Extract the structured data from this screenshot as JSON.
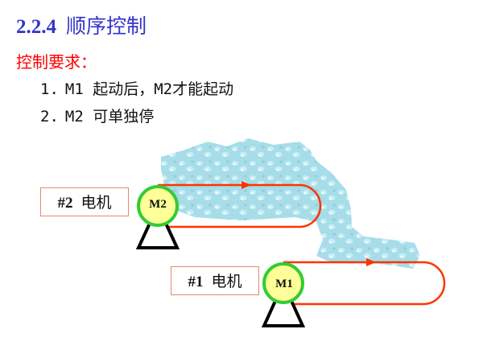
{
  "title": {
    "number": "2.2.4",
    "text": "顺序控制"
  },
  "subtitle": "控制要求：",
  "requirements": [
    {
      "index": "1.",
      "text": "M1 起动后，M2才能起动"
    },
    {
      "index": "2.",
      "text": "M2 可单独停"
    }
  ],
  "motors": {
    "m2": {
      "box_hash": "#2",
      "box_text": "电机",
      "name": "M2"
    },
    "m1": {
      "box_hash": "#1",
      "box_text": "电机",
      "name": "M1"
    }
  },
  "colors": {
    "title": "#3333cc",
    "subtitle": "#ff0000",
    "belt": "#ff3300",
    "motor_fill": "#ffff99",
    "motor_ring": "#33cc33",
    "water": "#a6dde8",
    "label_border": "#e08a70"
  }
}
